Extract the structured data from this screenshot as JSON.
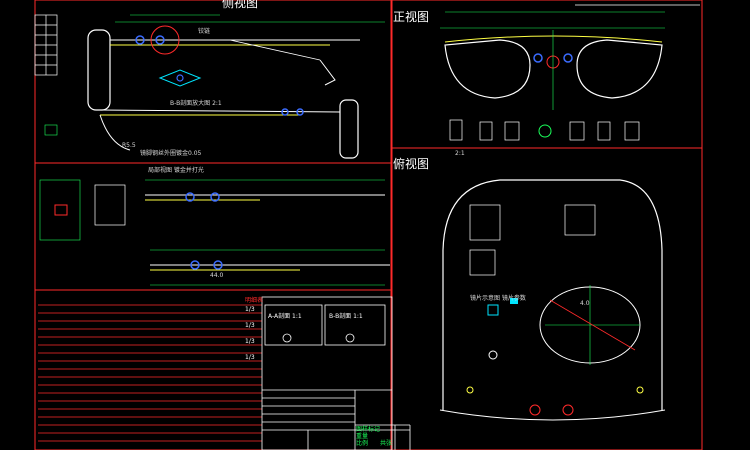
{
  "views": {
    "side_view": "侧视图",
    "front_view": "正视图",
    "top_view": "俯视图"
  },
  "notes": {
    "hinge_note": "铰链",
    "section_scale": "B-B剖面放大图 2:1",
    "temple_note": "镜脚钢丝外圈镀金0.05",
    "detail_note": "局部视图 镀金并打光",
    "lens_note": "镜片示意图 镜片参数"
  },
  "title_block": {
    "header": "明细表",
    "rows": [
      "1/3",
      "1/3",
      "1/3",
      "1/3"
    ],
    "stamp_rows": [
      "图样标记",
      "重量",
      "比例",
      "共张"
    ],
    "scale_a": "A-A剖面 1:1",
    "scale_b": "B-B剖面 1:1"
  },
  "dims": {
    "d1": "2:1",
    "d2": "R5.5",
    "d3": "44.0",
    "d4": "4.0"
  },
  "colors": {
    "background": "#000000",
    "frame": "#ff2a2a",
    "outline": "#ffffff",
    "dimension": "#1aff5a",
    "highlight": "#ffff44",
    "accent_blue": "#3b6cff",
    "accent_cyan": "#00e5ff",
    "accent_magenta": "#ff3bd0"
  }
}
